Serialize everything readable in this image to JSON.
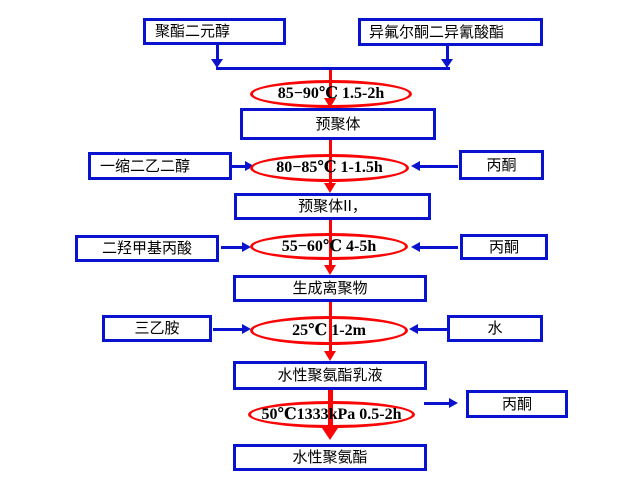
{
  "colors": {
    "box_border_blue": "#0912cc",
    "ellipse_border_red": "#f90505",
    "text": "#000000",
    "background": "#ffffff"
  },
  "boxes": {
    "polyester_diol": "聚酯二元醇",
    "ipdi": "异氟尔酮二异氰酸酯",
    "prepolymer": "预聚体",
    "diethylene_glycol": "一缩二乙二醇",
    "acetone_1": "丙酮",
    "prepolymer_ii": "预聚体II，",
    "dmpa": "二羟甲基丙酸",
    "acetone_2": "丙酮",
    "ionomer": "生成离聚物",
    "triethylamine": "三乙胺",
    "water": "水",
    "pu_emulsion": "水性聚氨酯乳液",
    "acetone_3": "丙酮",
    "waterborne_pu": "水性聚氨酯"
  },
  "conditions": {
    "step1": "85−90℃ 1.5-2h",
    "step2": "80−85℃ 1-1.5h",
    "step3": "55−60℃ 4-5h",
    "step4": "25℃ 1-2m",
    "step5": "50℃1333kPa 0.5-2h"
  }
}
